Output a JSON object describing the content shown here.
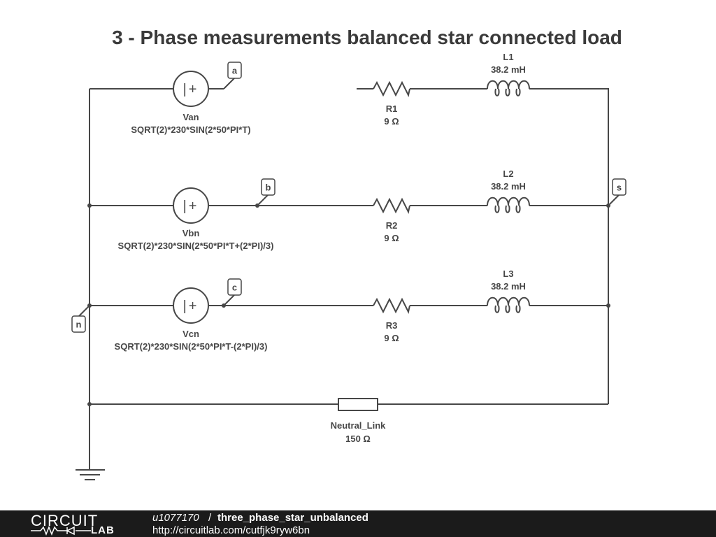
{
  "title": "3 - Phase measurements balanced star connected load",
  "sources": [
    {
      "name": "Van",
      "expr": "SQRT(2)*230*SIN(2*50*PI*T)"
    },
    {
      "name": "Vbn",
      "expr": "SQRT(2)*230*SIN(2*50*PI*T+(2*PI)/3)"
    },
    {
      "name": "Vcn",
      "expr": "SQRT(2)*230*SIN(2*50*PI*T-(2*PI)/3)"
    }
  ],
  "resistors": [
    {
      "name": "R1",
      "value": "9 Ω"
    },
    {
      "name": "R2",
      "value": "9 Ω"
    },
    {
      "name": "R3",
      "value": "9 Ω"
    }
  ],
  "inductors": [
    {
      "name": "L1",
      "value": "38.2 mH"
    },
    {
      "name": "L2",
      "value": "38.2 mH"
    },
    {
      "name": "L3",
      "value": "38.2 mH"
    }
  ],
  "neutral_link": {
    "name": "Neutral_Link",
    "value": "150 Ω"
  },
  "node_tags": {
    "a": "a",
    "b": "b",
    "c": "c",
    "n": "n",
    "s": "s"
  },
  "source_symbol": "|+",
  "footer": {
    "logo_top": "CIRCUIT",
    "logo_bottom": "LAB",
    "user": "u1077170",
    "separator": "/",
    "project": "three_phase_star_unbalanced",
    "url": "http://circuitlab.com/cutfjk9ryw6bn"
  },
  "colors": {
    "wire": "#474747",
    "title": "#3a3a3a",
    "footer_bg": "#1b1b1b"
  }
}
